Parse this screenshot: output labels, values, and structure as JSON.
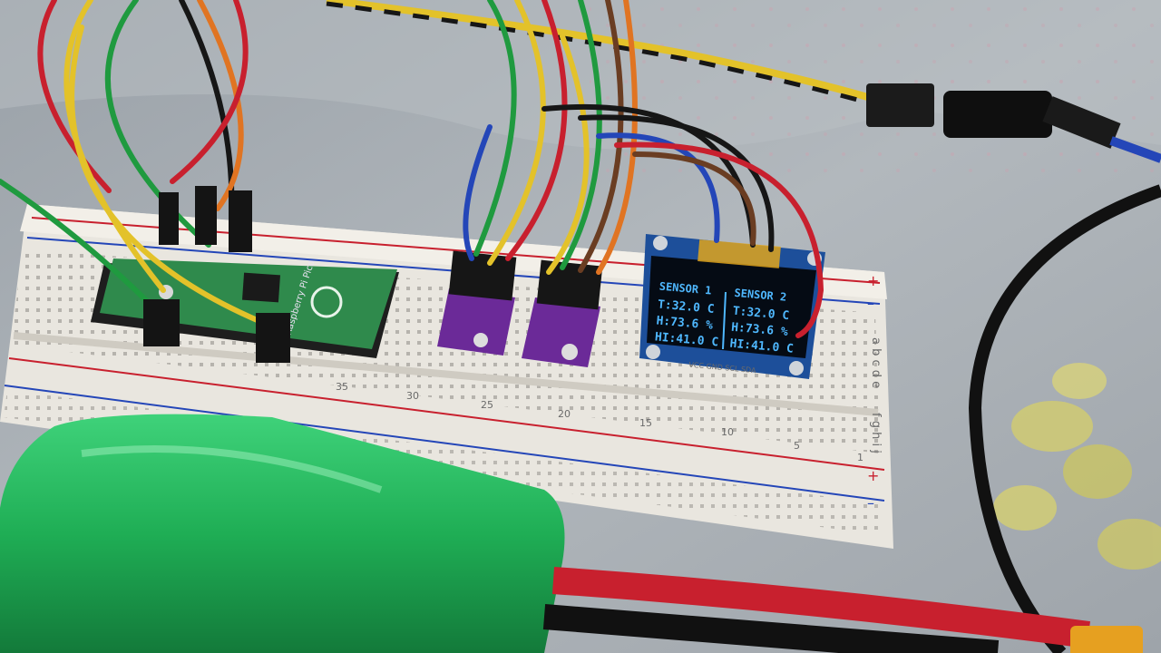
{
  "oled": {
    "left_panel": {
      "header": "SENSOR 1",
      "temp": "T:32.0 C",
      "humidity": "H:73.6 %",
      "heat_index": "HI:41.0 C"
    },
    "right_panel": {
      "header": "SENSOR 2",
      "temp": "T:32.0 C",
      "humidity": "H:73.6 %",
      "heat_index": "HI:41.0 C"
    },
    "pins": "VCC GND SCL SDA",
    "text_color": "#4fb8ff"
  },
  "pico": {
    "label": "Raspberry Pi Pico"
  },
  "breadboard": {
    "row_letters": "a b c d e",
    "row_letters_lower": "f g h i j",
    "column_numbers": [
      "35",
      "30",
      "25",
      "20",
      "15",
      "10",
      "5",
      "1"
    ],
    "plus_symbol": "+",
    "minus_symbol": "–"
  },
  "colors": {
    "background_cloth": "#a7adb3",
    "breadboard": "#e9e6df",
    "pico_pcb": "#2f8a4c",
    "sensor_pcb": "#6b2a98",
    "battery": "#1fae55",
    "wire_red": "#c8202e",
    "wire_yellow": "#e3c22a",
    "wire_green": "#1f9a3f",
    "wire_black": "#161616",
    "wire_orange": "#e07422",
    "wire_brown": "#6a3d22",
    "wire_blue": "#2446b8"
  }
}
